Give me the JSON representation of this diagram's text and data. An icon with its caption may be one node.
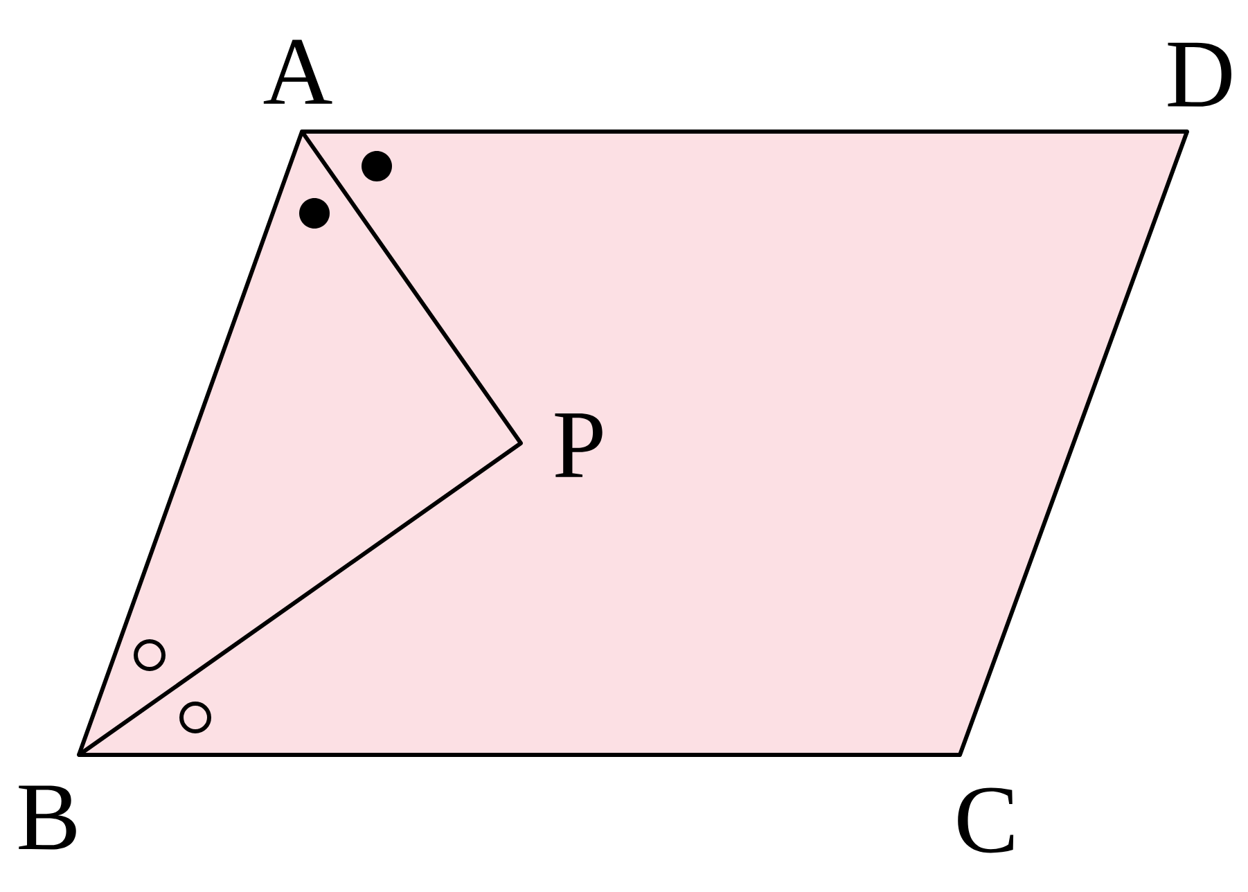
{
  "diagram": {
    "nodes": [
      {
        "text": [
          "A"
        ]
      },
      {
        "text": [
          "D"
        ]
      },
      {
        "text": [
          "P"
        ]
      },
      {
        "text": [
          "B"
        ]
      },
      {
        "text": [
          "C"
        ]
      }
    ],
    "edges": [
      {
        "from": 0,
        "to": 1,
        "arrow": "none"
      },
      {
        "from": 1,
        "to": 4,
        "arrow": "none"
      },
      {
        "from": 4,
        "to": 3,
        "arrow": "none"
      },
      {
        "from": 3,
        "to": 0,
        "arrow": "none"
      },
      {
        "from": 0,
        "to": 2,
        "arrow": "none"
      },
      {
        "from": 3,
        "to": 2,
        "arrow": "none"
      }
    ]
  }
}
